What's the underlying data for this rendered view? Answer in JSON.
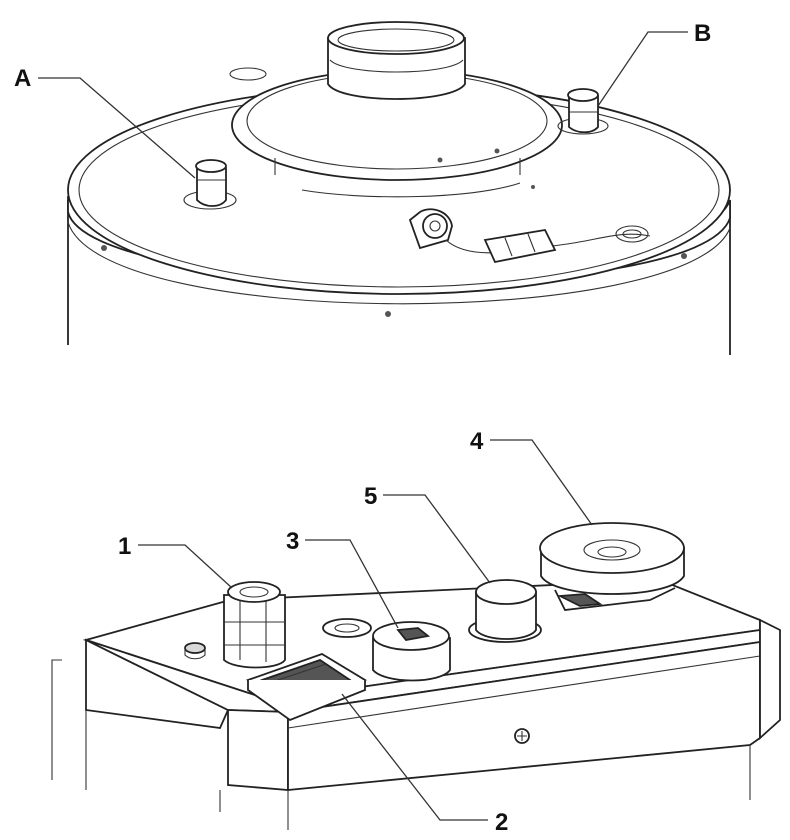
{
  "top_view": {
    "labels": [
      {
        "id": "A",
        "text": "A"
      },
      {
        "id": "B",
        "text": "B"
      }
    ]
  },
  "bottom_view": {
    "labels": [
      {
        "id": "1",
        "text": "1"
      },
      {
        "id": "2",
        "text": "2"
      },
      {
        "id": "3",
        "text": "3"
      },
      {
        "id": "4",
        "text": "4"
      },
      {
        "id": "5",
        "text": "5"
      }
    ]
  }
}
